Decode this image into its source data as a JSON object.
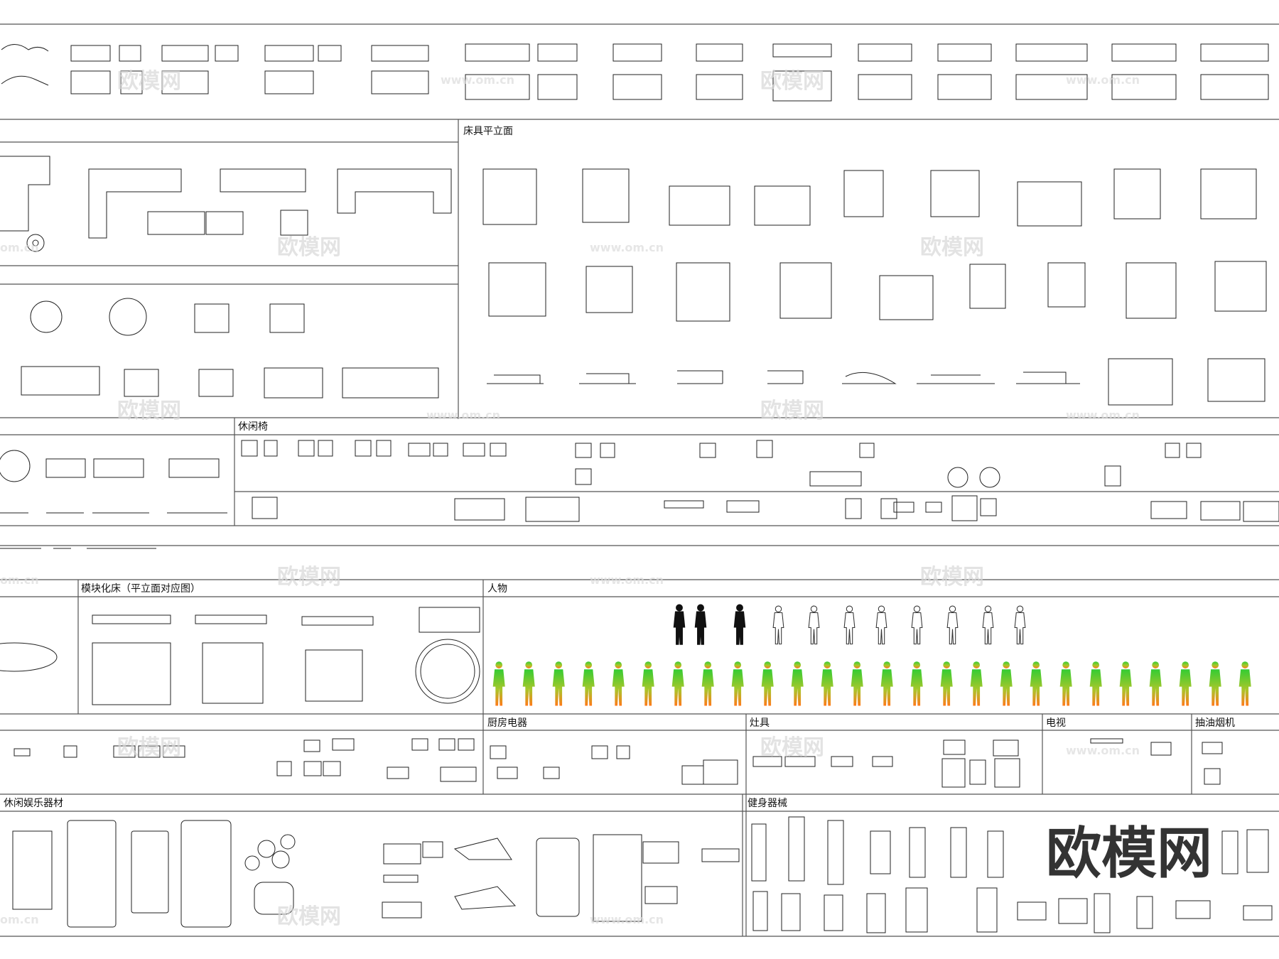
{
  "sections": {
    "bed_elevation": "床具平立面",
    "lounge_chair": "休闲椅",
    "modular_bed": "模块化床（平立面对应图）",
    "people": "人物",
    "kitchen_appliance": "厨房电器",
    "stove": "灶具",
    "tv": "电视",
    "range_hood": "抽油烟机",
    "leisure_equipment": "休闲娱乐器材",
    "fitness_equipment": "健身器械"
  },
  "watermark": {
    "logo": "欧模网",
    "url": "www.om.cn",
    "url_short": "om.cn"
  },
  "colors": {
    "line": "#222222",
    "frame": "#555555",
    "gradient_top": "#33cc33",
    "gradient_bottom": "#ff7a1a",
    "watermark": "#d8d8d8"
  }
}
